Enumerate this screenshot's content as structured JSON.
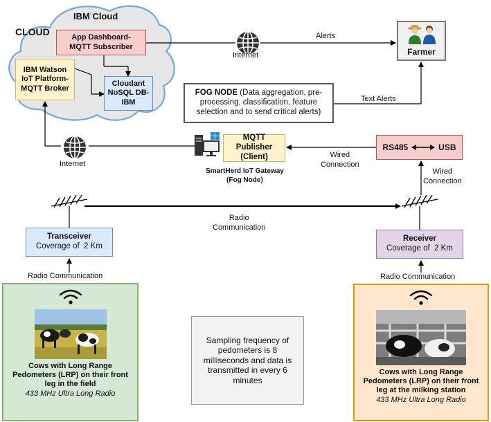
{
  "cloud": {
    "outer_label": "CLOUD",
    "title": "IBM Cloud",
    "app_dashboard": [
      "App Dashboard-",
      "MQTT Subscriber"
    ],
    "watson": [
      "IBM Watson",
      "IoT Platform-",
      "MQTT Broker"
    ],
    "cloudant": [
      "Cloudant",
      "NoSQL DB-",
      "IBM"
    ]
  },
  "internet_top": "Internet",
  "internet_left": "Internet",
  "alerts_label": "Alerts",
  "text_alerts_label": "Text Alerts",
  "farmer": {
    "label": "Farmer"
  },
  "fog": {
    "title": "FOG NODE",
    "desc_1": " (Data aggregation, pre-",
    "desc_2": "processing, classification, feature",
    "desc_3": "selection and to send critical alerts)"
  },
  "gateway": {
    "mqtt_publisher": [
      "MQTT Publisher",
      "(Client)"
    ],
    "caption": [
      "SmartHerd IoT Gateway",
      "(Fog Node)"
    ]
  },
  "rs485": {
    "left": "RS485",
    "right": "USB"
  },
  "wired_left": [
    "Wired",
    "Connection"
  ],
  "wired_right": [
    "Wired",
    "Connection"
  ],
  "radio_link": [
    "Radio",
    "Communication"
  ],
  "transceiver": {
    "title": "Transceiver",
    "coverage": "Coverage of  2 Km"
  },
  "receiver": {
    "title": "Receiver",
    "coverage": "Coverage of  2 Km"
  },
  "radio_comm_left": "Radio Communication",
  "radio_comm_right": "Radio Communication",
  "left_field": {
    "text": [
      "Cows with Long Range",
      "Pedometers (LRP) on their front",
      "leg in the field"
    ],
    "sub": "433 MHz Ultra Long Radio"
  },
  "right_field": {
    "text": [
      "Cows with Long Range",
      "Pedometers (LRP) on their front",
      "leg at the milking station"
    ],
    "sub": "433 MHz Ultra Long Radio"
  },
  "sampling": [
    "Sampling frequency of",
    "pedometers is 8",
    "milliseconds and data is",
    "transmitted in every 6",
    "minutes"
  ],
  "icons": [
    "globe-icon",
    "farmer-icon",
    "computer-icon",
    "antenna-icon",
    "wifi-icon",
    "cow-photo"
  ],
  "colors": {
    "red_fill": "#f8cecc",
    "yellow_fill": "#fff2cc",
    "blue_fill": "#dae8fc",
    "purple_fill": "#e1d5e7",
    "green_fill": "#d5e8d4",
    "orange_fill": "#ffe6cc",
    "cloud_fill": "#e6e6e6",
    "cloud_stroke": "#6fa8dc"
  }
}
